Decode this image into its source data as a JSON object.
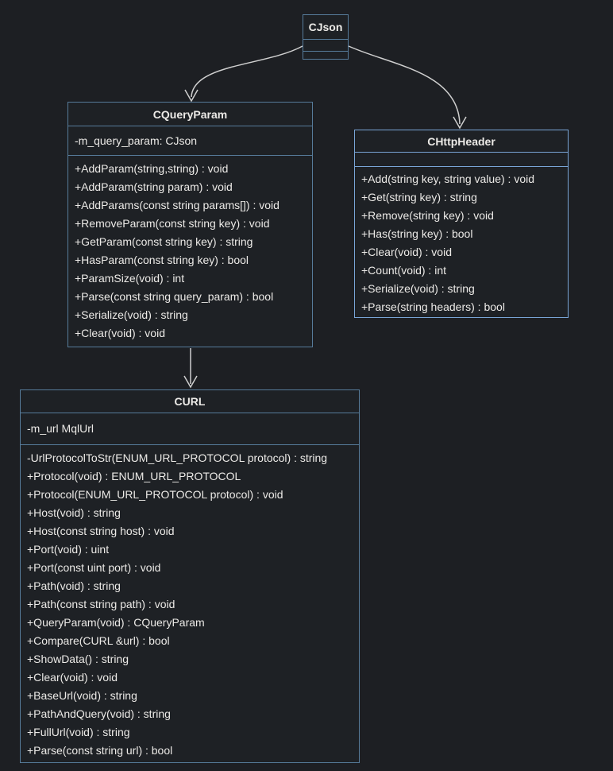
{
  "diagram": {
    "title": "UML class diagram",
    "colors": {
      "background": "#1d1f23",
      "box_fill": "#1e2125",
      "border_default": "#567b9a",
      "border_httpheader": "#79a5d6",
      "text": "#eceae7",
      "arrow_line": "#cfcfcf"
    }
  },
  "classes": [
    {
      "name": "CJson",
      "attributes": [],
      "methods": []
    },
    {
      "name": "CQueryParam",
      "attributes": [
        "-m_query_param: CJson"
      ],
      "methods": [
        "+AddParam(string,string) : void",
        "+AddParam(string param) : void",
        "+AddParams(const string params[]) : void",
        "+RemoveParam(const string key) : void",
        "+GetParam(const string key) : string",
        "+HasParam(const string key) : bool",
        "+ParamSize(void) : int",
        "+Parse(const string query_param) : bool",
        "+Serialize(void) : string",
        "+Clear(void) : void"
      ]
    },
    {
      "name": "CHttpHeader",
      "attributes": [],
      "methods": [
        "+Add(string key, string value) : void",
        "+Get(string key) : string",
        "+Remove(string key) : void",
        "+Has(string key) : bool",
        "+Clear(void) : void",
        "+Count(void) : int",
        "+Serialize(void) : string",
        "+Parse(string headers) : bool"
      ]
    },
    {
      "name": "CURL",
      "attributes": [
        "-m_url MqlUrl"
      ],
      "methods": [
        "-UrlProtocolToStr(ENUM_URL_PROTOCOL protocol) : string",
        "+Protocol(void) : ENUM_URL_PROTOCOL",
        "+Protocol(ENUM_URL_PROTOCOL protocol) : void",
        "+Host(void) : string",
        "+Host(const string host) : void",
        "+Port(void) : uint",
        "+Port(const uint port) : void",
        "+Path(void) : string",
        "+Path(const string path) : void",
        "+QueryParam(void) : CQueryParam",
        "+Compare(CURL &url) : bool",
        "+ShowData() : string",
        "+Clear(void) : void",
        "+BaseUrl(void) : string",
        "+PathAndQuery(void) : string",
        "+FullUrl(void) : string",
        "+Parse(const string url) : bool"
      ]
    }
  ],
  "relationships": [
    {
      "from": "CJson",
      "to": "CQueryParam",
      "style": "open-arrow"
    },
    {
      "from": "CJson",
      "to": "CHttpHeader",
      "style": "open-arrow"
    },
    {
      "from": "CQueryParam",
      "to": "CURL",
      "style": "open-arrow"
    }
  ]
}
